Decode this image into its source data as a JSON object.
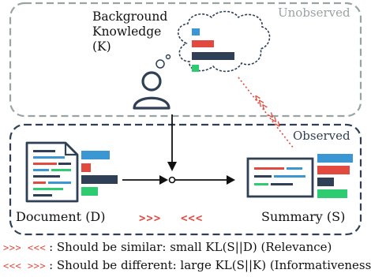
{
  "regions": {
    "unobserved": "Unobserved",
    "observed": "Observed"
  },
  "background_knowledge": {
    "line1": "Background",
    "line2": "Knowledge",
    "line3": "(K)"
  },
  "document_label": "Document (D)",
  "summary_label": "Summary (S)",
  "center_arrows": {
    "left": ">>>",
    "right": "<<<"
  },
  "diagonal_arrows": "<<<  >>>",
  "legend": [
    {
      "symbol": ">>>  <<<",
      "text": ": Should be similar: small KL(S||D) (Relevance)"
    },
    {
      "symbol": "<<<  >>>",
      "text": ": Should be different: large KL(S||K) (Informativeness)"
    }
  ],
  "colors": {
    "blue": "#3a97d4",
    "red": "#e34a3f",
    "navy": "#2e3f56",
    "green": "#2ecc71",
    "gray_border": "#98a3a3"
  },
  "icons": {
    "person": "person-icon",
    "thought": "thought-cloud-icon",
    "document": "document-icon",
    "summary": "summary-screen-icon"
  }
}
